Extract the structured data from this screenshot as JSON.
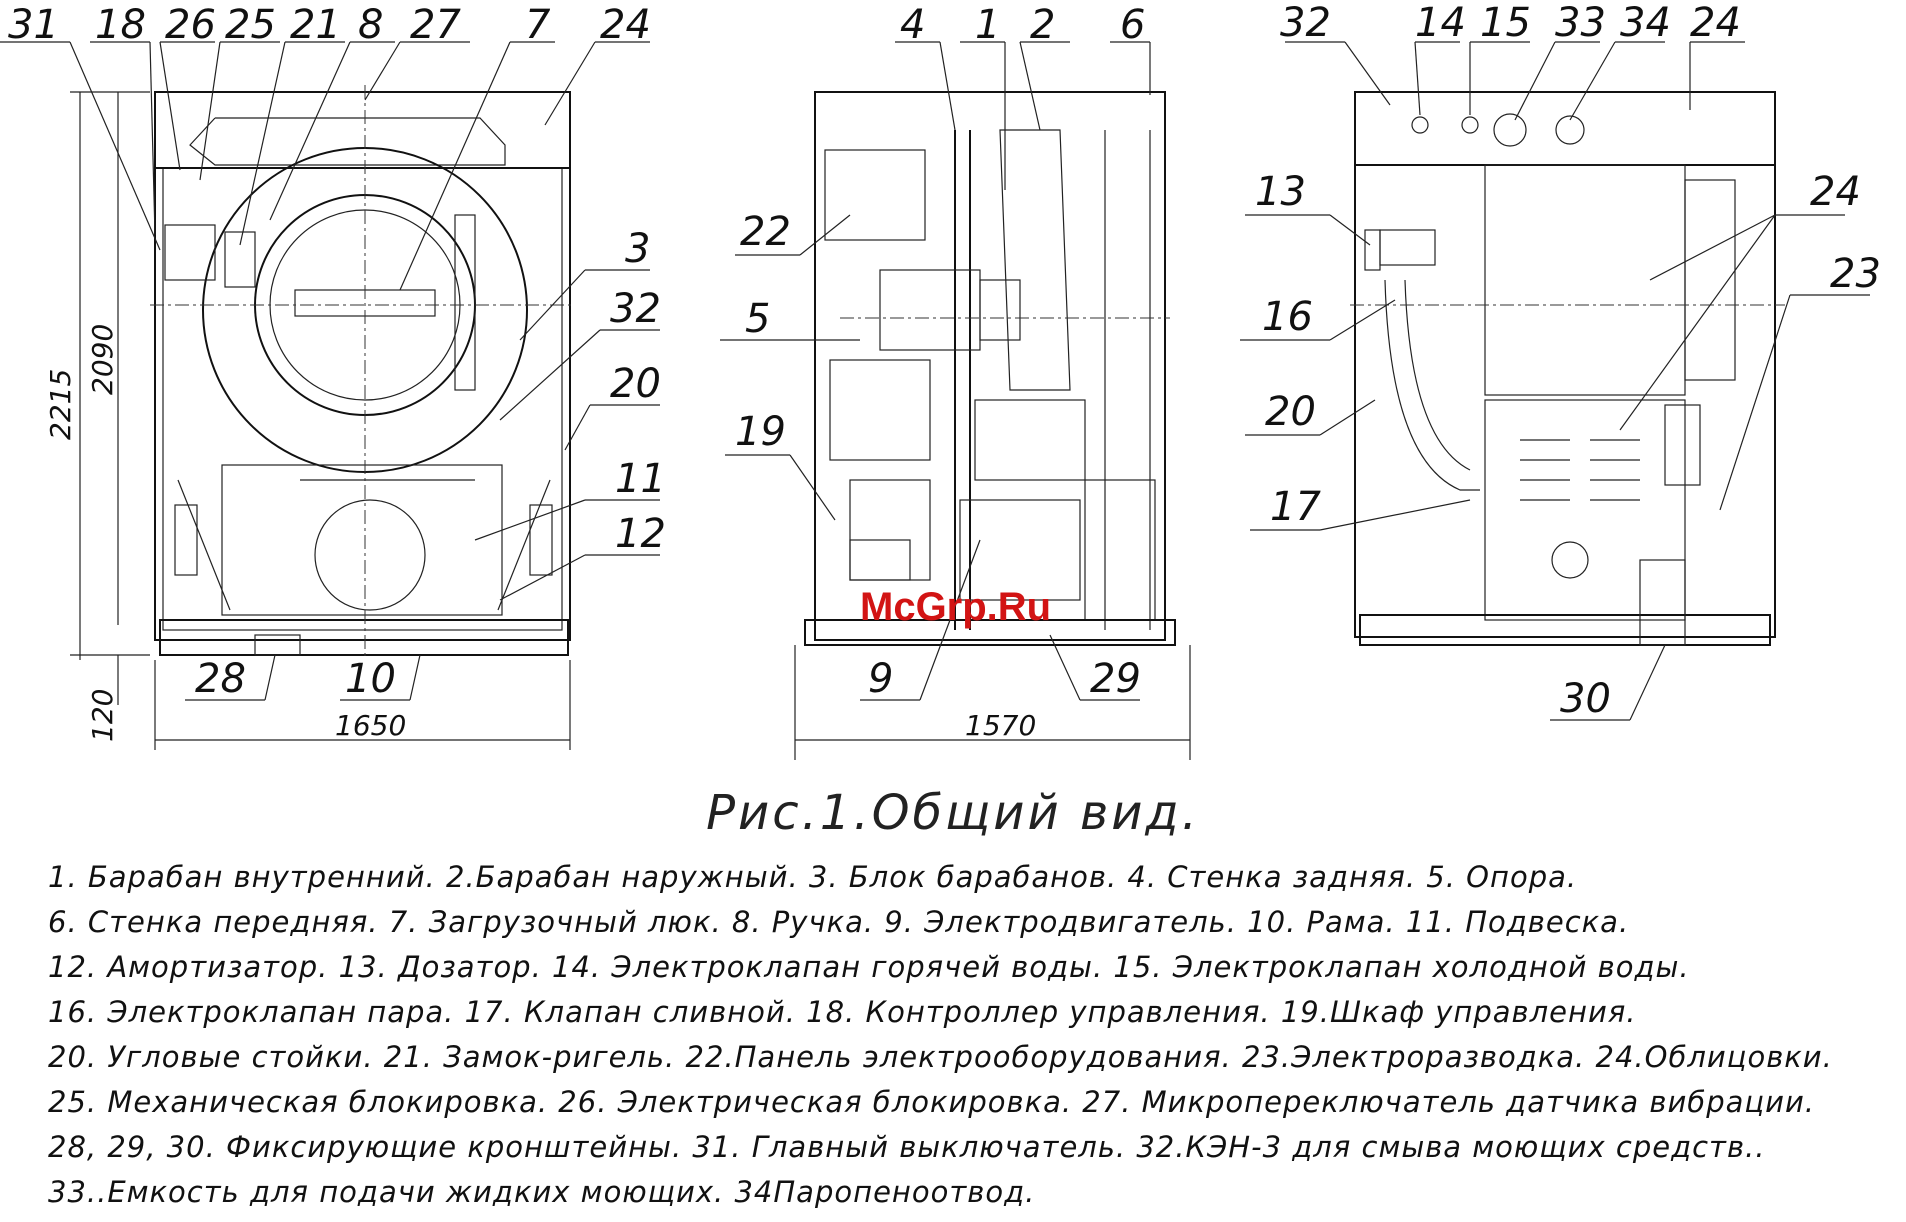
{
  "figure": {
    "caption": "Рис.1.Общий вид.",
    "watermark": "McGrp.Ru",
    "front_view": {
      "callouts": [
        "31",
        "18",
        "26",
        "25",
        "21",
        "8",
        "27",
        "7",
        "24",
        "3",
        "32",
        "20",
        "11",
        "12",
        "28",
        "10"
      ],
      "dims": {
        "height_total": "2215",
        "height_body": "2090",
        "base": "120",
        "width": "1650"
      }
    },
    "side_view": {
      "callouts": [
        "4",
        "1",
        "2",
        "6",
        "22",
        "5",
        "19",
        "9",
        "29"
      ],
      "dims": {
        "depth": "1570"
      }
    },
    "rear_view": {
      "callouts": [
        "32",
        "14",
        "15",
        "33",
        "34",
        "24",
        "13",
        "24",
        "16",
        "23",
        "20",
        "17",
        "30"
      ]
    },
    "legend": [
      "1. Барабан внутренний. 2.Барабан наружный. 3. Блок барабанов. 4. Стенка задняя. 5. Опора.",
      "6. Стенка передняя. 7. Загрузочный люк. 8. Ручка. 9. Электродвигатель. 10. Рама. 11. Подвеска.",
      "12. Амортизатор. 13. Дозатор. 14. Электроклапан горячей воды. 15. Электроклапан холодной воды.",
      "16. Электроклапан пара. 17. Клапан сливной. 18. Контроллер управления. 19.Шкаф  управления.",
      "20. Угловые стойки. 21. Замок-ригель. 22.Панель электрооборудования. 23.Электроразводка. 24.Облицовки.",
      "25. Механическая блокировка. 26. Электрическая блокировка. 27. Микропереключатель датчика вибрации.",
      "28, 29, 30. Фиксирующие кронштейны. 31. Главный выключатель. 32.КЭН-3 для смыва моющих средств..",
      "33..Емкость  для подачи жидких моющих. 34Паропеноотвод."
    ]
  }
}
